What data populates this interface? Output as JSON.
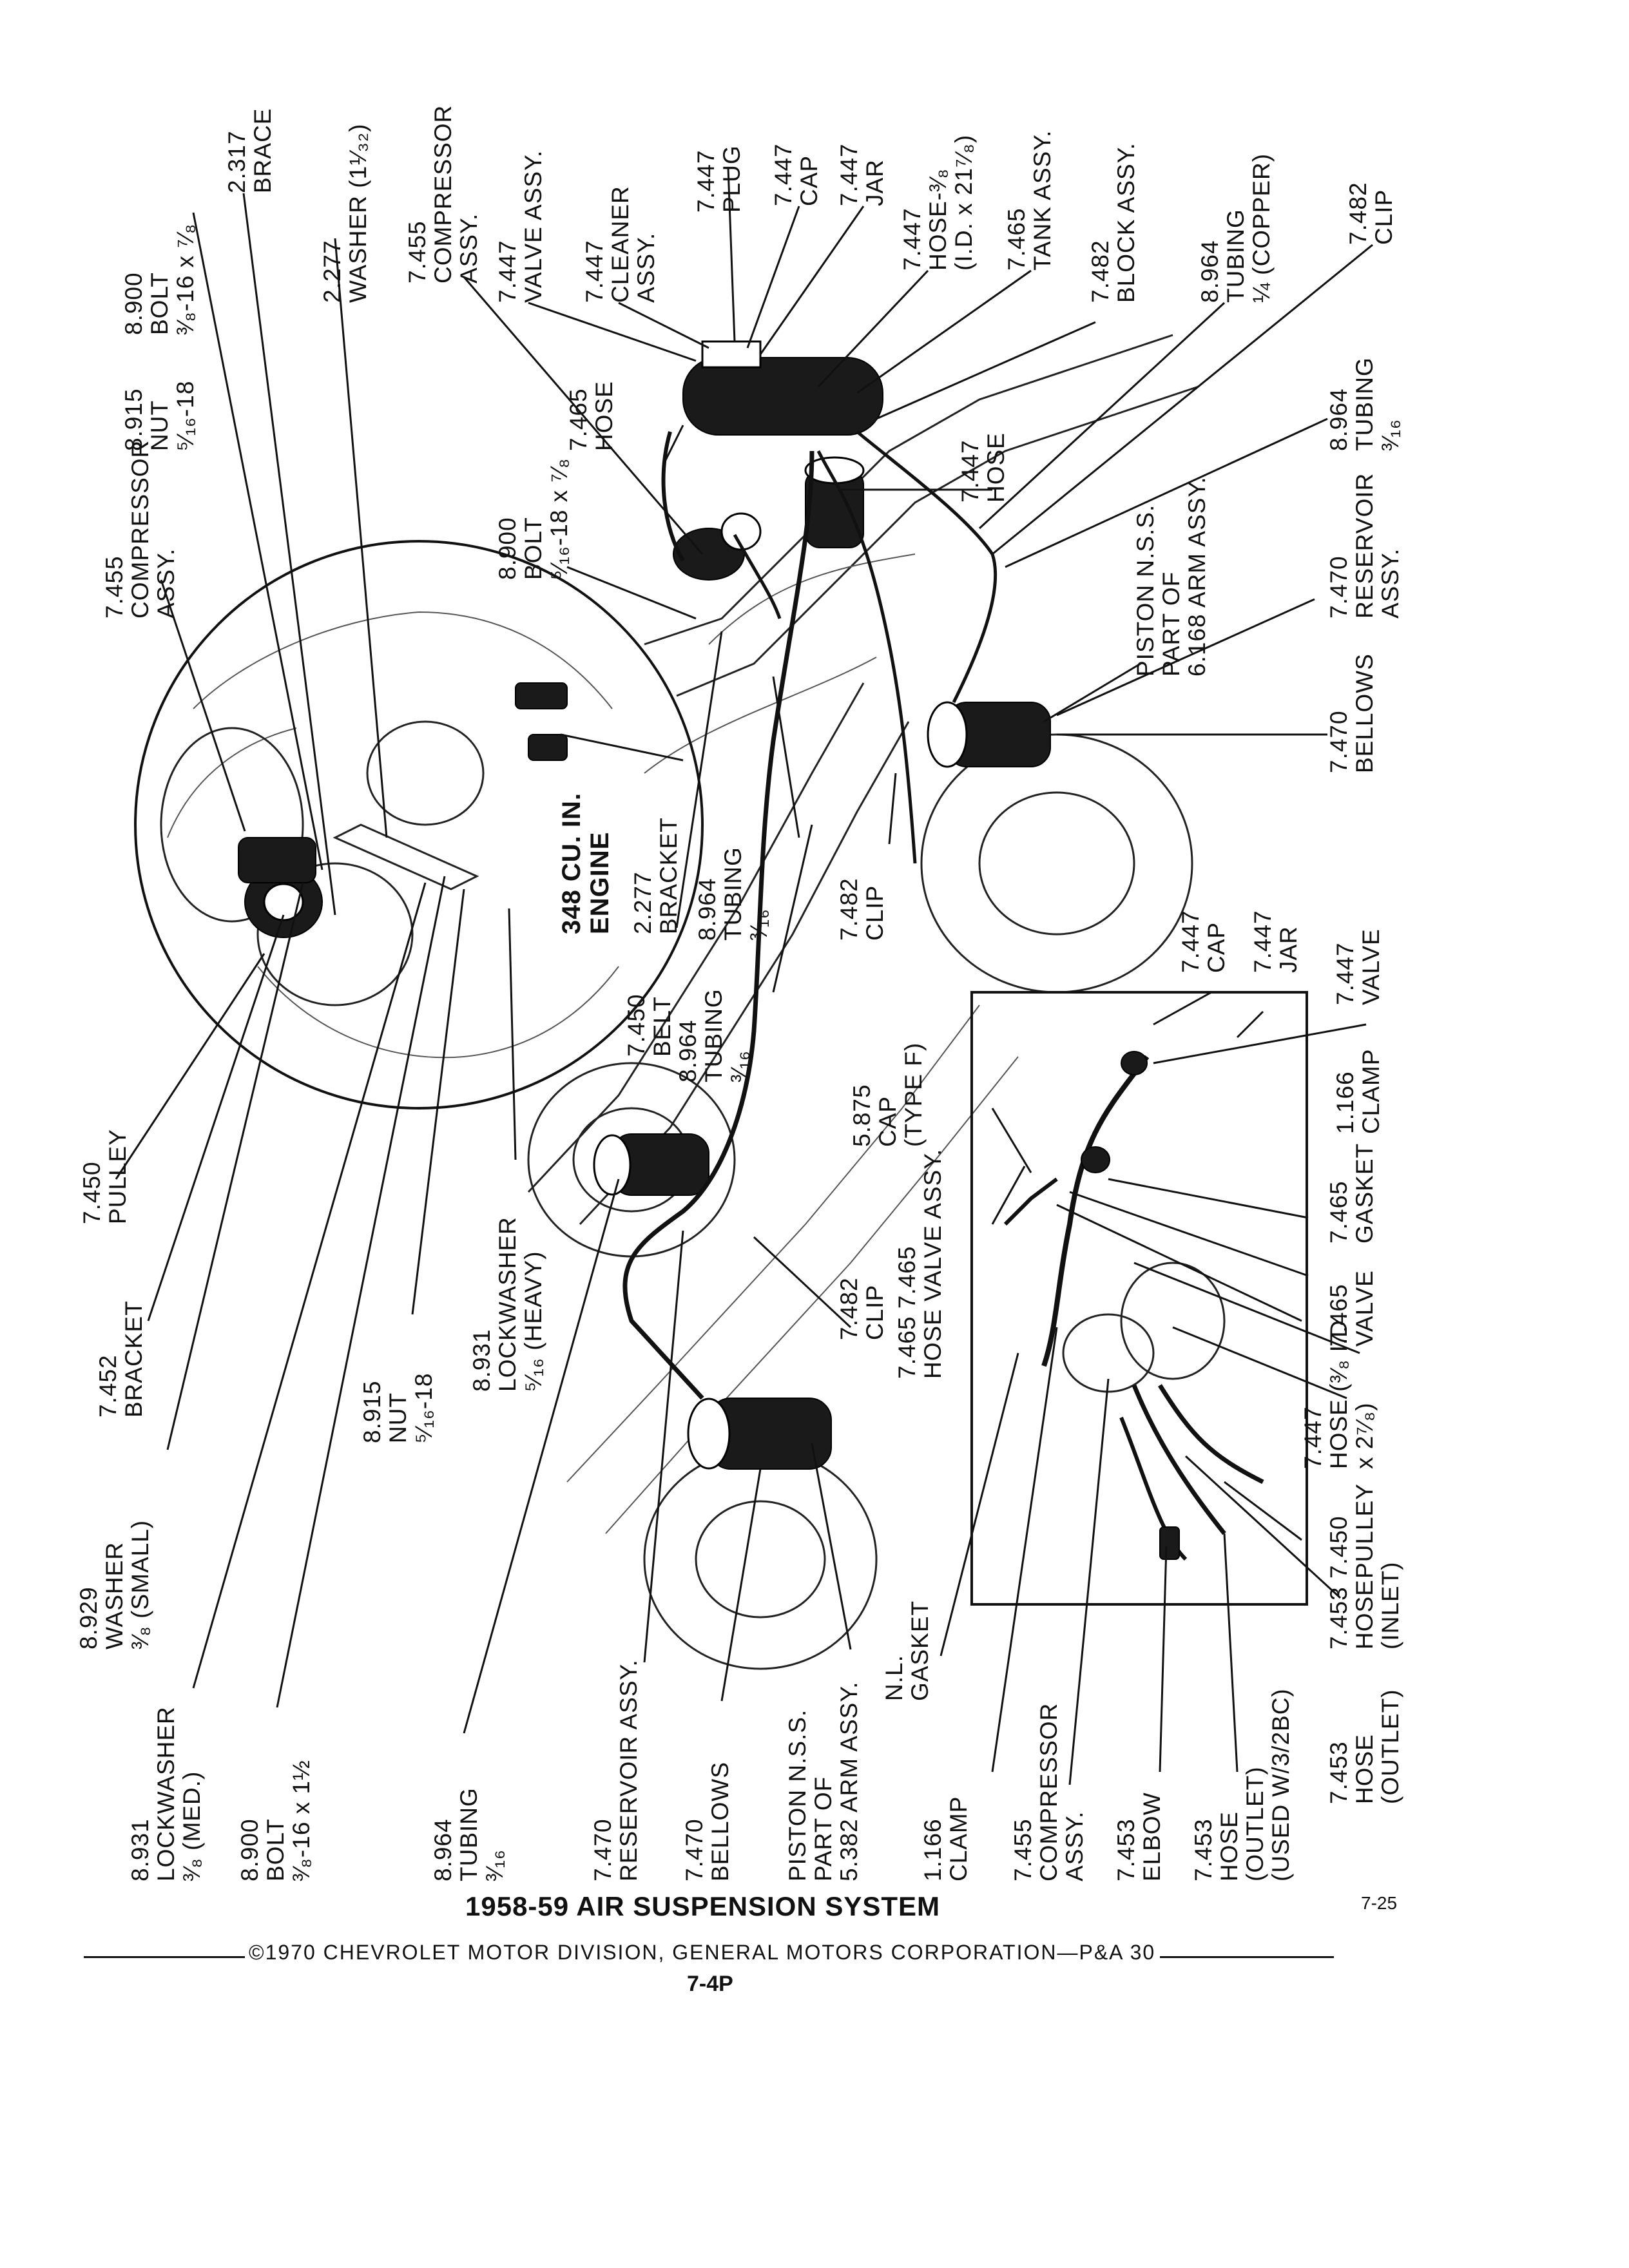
{
  "title": "1958-59 AIR SUSPENSION SYSTEM",
  "copyright": "©1970 CHEVROLET MOTOR DIVISION, GENERAL MOTORS CORPORATION—P&A 30",
  "page_number": "7-4P",
  "figure_code": "7-25",
  "engine_note": [
    "348 CU. IN.",
    "ENGINE"
  ],
  "labels": {
    "brace_2317": [
      "2.317",
      "BRACE"
    ],
    "washer_2277": [
      "2.277",
      "WASHER (1¹⁄₃₂)"
    ],
    "compressor_top": [
      "7.455",
      "COMPRESSOR",
      "ASSY."
    ],
    "valve_assy_top": [
      "7.447",
      "VALVE ASSY."
    ],
    "cleaner_assy": [
      "7.447",
      "CLEANER",
      "ASSY."
    ],
    "plug_7447": [
      "7.447",
      "PLUG"
    ],
    "cap_7447_top": [
      "7.447",
      "CAP"
    ],
    "jar_7447_top": [
      "7.447",
      "JAR"
    ],
    "hose_7447_top": [
      "7.447",
      "HOSE-³⁄₈",
      "(I.D. x 21⁷⁄₈)"
    ],
    "tank_assy": [
      "7.465",
      "TANK ASSY."
    ],
    "block_assy": [
      "7.482",
      "BLOCK ASSY."
    ],
    "tubing_copper": [
      "8.964",
      "TUBING",
      "¼ (COPPER)"
    ],
    "clip_top": [
      "7.482",
      "CLIP"
    ],
    "bolt_8900_top": [
      "8.900",
      "BOLT",
      "³⁄₈-16 x ⁷⁄₈"
    ],
    "nut_8915_top": [
      "8.915",
      "NUT",
      "⁵⁄₁₆-18"
    ],
    "hose_7465_top": [
      "7.465",
      "HOSE"
    ],
    "hose_7447_mid": [
      "7.447",
      "HOSE"
    ],
    "tubing_top_right": [
      "8.964",
      "TUBING",
      "³⁄₁₆"
    ],
    "compressor_left": [
      "7.455",
      "COMPRESSOR",
      "ASSY."
    ],
    "bolt_8900_mid": [
      "8.900",
      "BOLT",
      "⁵⁄₁₆-18 x ⁷⁄₈"
    ],
    "piston_front": [
      "PISTON N.S.S.",
      "PART OF",
      "6.168 ARM ASSY."
    ],
    "reservoir_front": [
      "7.470",
      "RESERVOIR",
      "ASSY."
    ],
    "bellows_front": [
      "7.470",
      "BELLOWS"
    ],
    "bracket_2277": [
      "2.277",
      "BRACKET"
    ],
    "tubing_mid": [
      "8.964",
      "TUBING",
      "³⁄₁₆"
    ],
    "clip_mid": [
      "7.482",
      "CLIP"
    ],
    "belt_7450": [
      "7.450",
      "BELT"
    ],
    "tubing_belt": [
      "8.964",
      "TUBING",
      "³⁄₁₆"
    ],
    "pulley_7450": [
      "7.450",
      "PULLEY"
    ],
    "bracket_7452": [
      "7.452",
      "BRACKET"
    ],
    "lockwasher_heavy": [
      "8.931",
      "LOCKWASHER",
      "⁵⁄₁₆ (HEAVY)"
    ],
    "nut_8915_bottom": [
      "8.915",
      "NUT",
      "⁵⁄₁₆-18"
    ],
    "washer_small": [
      "8.929",
      "WASHER",
      "³⁄₈ (SMALL)"
    ],
    "lockwasher_med": [
      "8.931",
      "LOCKWASHER",
      "³⁄₈ (MED.)"
    ],
    "bolt_8900_bottom": [
      "8.900",
      "BOLT",
      "³⁄₈-16 x 1½"
    ],
    "tubing_bottom": [
      "8.964",
      "TUBING",
      "³⁄₁₆"
    ],
    "reservoir_rear": [
      "7.470",
      "RESERVOIR ASSY."
    ],
    "bellows_rear": [
      "7.470",
      "BELLOWS"
    ],
    "piston_rear": [
      "PISTON N.S.S.",
      "PART OF",
      "5.382 ARM ASSY."
    ],
    "clip_rear": [
      "7.482",
      "CLIP"
    ],
    "hose_valve_assy": [
      "7.465 7.465",
      "HOSE VALVE ASSY."
    ],
    "cap_type_f": [
      "5.875",
      "CAP",
      "(TYPE F)"
    ],
    "cap_inset": [
      "7.447",
      "CAP"
    ],
    "jar_inset": [
      "7.447",
      "JAR"
    ],
    "valve_inset": [
      "7.447",
      "VALVE"
    ],
    "clamp_inset": [
      "1.166",
      "CLAMP"
    ],
    "valve_gasket": [
      "7.465",
      "GASKET"
    ],
    "valve_7465": [
      "7.465",
      "VALVE"
    ],
    "hose_inset": [
      "7.447",
      "HOSE (³⁄₈ I.D.",
      "x 2⁷⁄₈)"
    ],
    "pulley_inset": [
      "7.450",
      "PULLEY"
    ],
    "hose_inlet": [
      "7.453",
      "HOSE",
      "(INLET)"
    ],
    "hose_outlet": [
      "7.453",
      "HOSE",
      "(OUTLET)"
    ],
    "gasket_nl": [
      "N.L.",
      "GASKET"
    ],
    "clamp_bottom": [
      "1.166",
      "CLAMP"
    ],
    "compressor_bottom": [
      "7.455",
      "COMPRESSOR",
      "ASSY."
    ],
    "elbow_7453": [
      "7.453",
      "ELBOW"
    ],
    "hose_outlet_2bc": [
      "7.453",
      "HOSE",
      "(OUTLET)",
      "(USED W/3/2BC)"
    ]
  }
}
